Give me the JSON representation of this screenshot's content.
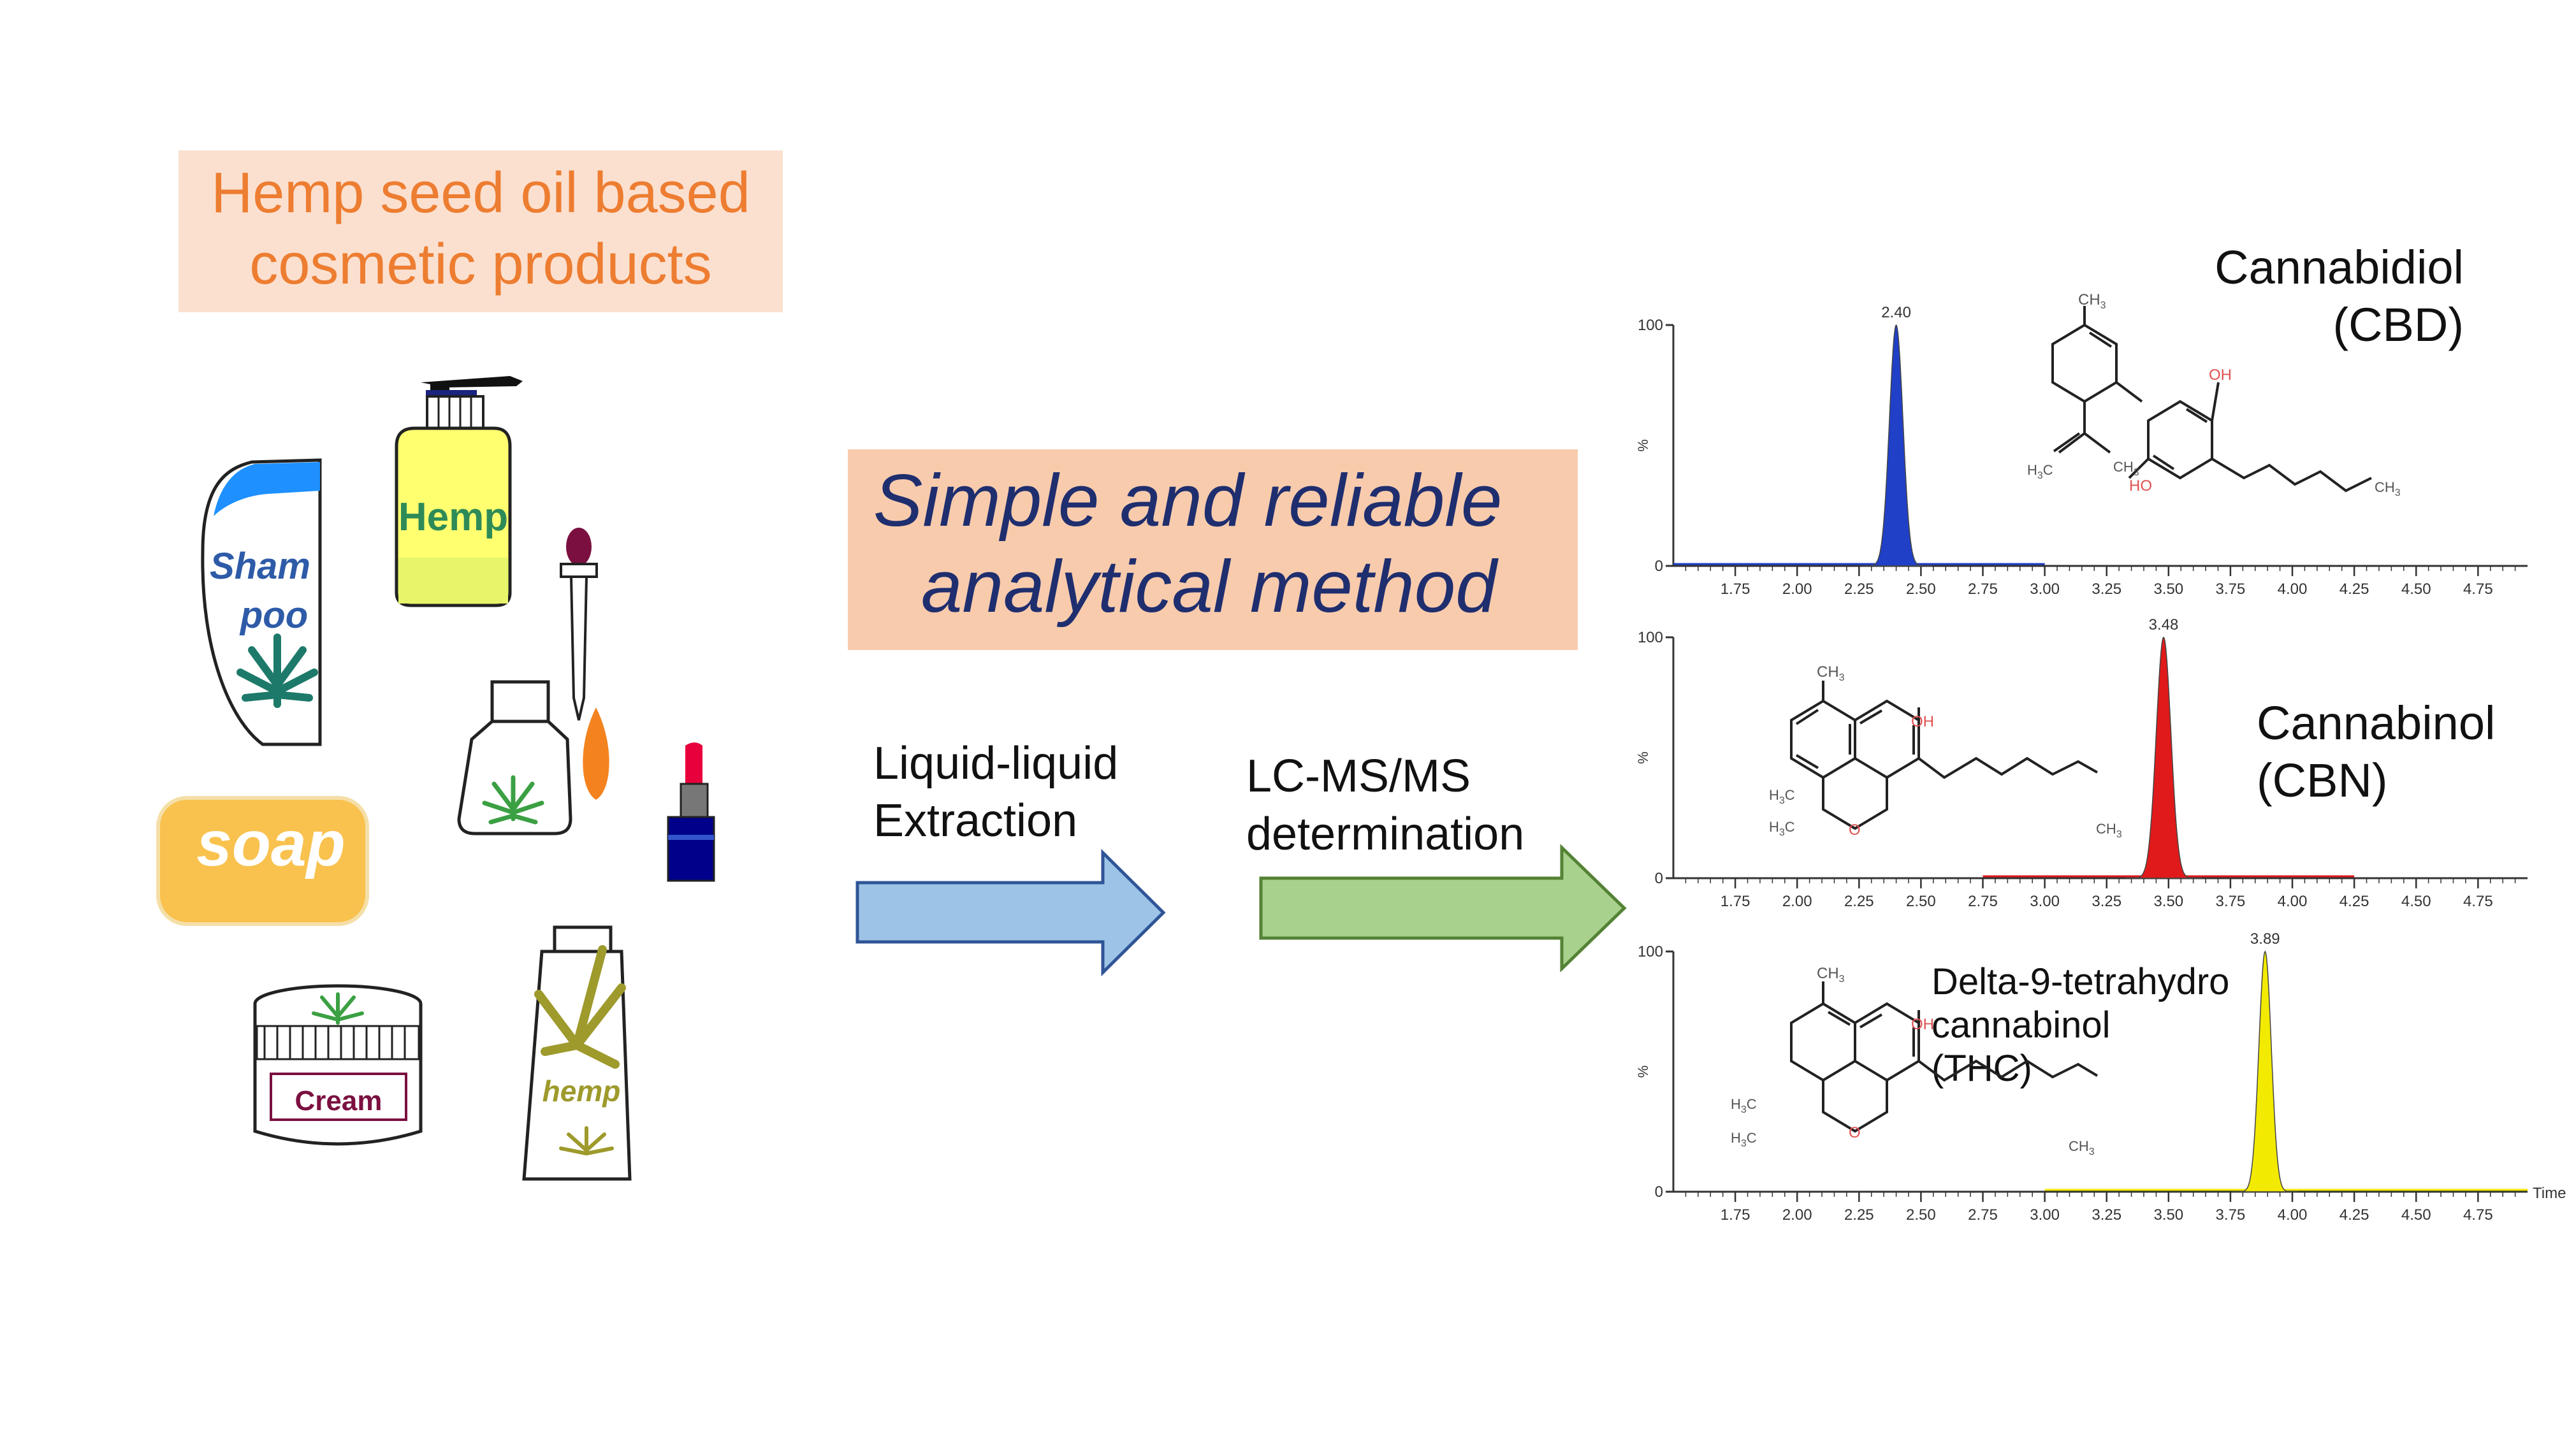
{
  "products": {
    "title_line1": "Hemp seed oil based",
    "title_line2": "cosmetic products",
    "shampoo_line1": "Sham",
    "shampoo_line2": "poo",
    "bottle_label": "Hemp",
    "soap_label": "soap",
    "cream_label": "Cream",
    "tube_label": "hemp"
  },
  "method": {
    "line1": "Simple and reliable",
    "line2": "analytical method"
  },
  "steps": {
    "step1_line1": "Liquid-liquid",
    "step1_line2": "Extraction",
    "step2_line1": "LC-MS/MS",
    "step2_line2": "determination"
  },
  "colors": {
    "title_text": "#ED7D31",
    "title_bg": "#FBE0D0",
    "method_text": "#1F2E6E",
    "method_bg": "#F8CBAD",
    "arrow_blue": "#9DC3E6",
    "arrow_blue_edge": "#2F5597",
    "arrow_green": "#A9D18E",
    "arrow_green_edge": "#548235",
    "cbd_peak": "#2040C8",
    "cbn_peak": "#E01A1A",
    "thc_peak": "#F2EA00"
  },
  "chart_data": [
    {
      "type": "line",
      "x_ticks": [
        "1.75",
        "2.00",
        "2.25",
        "2.50",
        "2.75",
        "3.00",
        "3.25",
        "3.50",
        "3.75",
        "4.00",
        "4.25",
        "4.50",
        "4.75"
      ],
      "xlim": [
        1.5,
        4.95
      ],
      "ylim": [
        0,
        100
      ],
      "y_ticks": [
        "0",
        "100"
      ],
      "ylabel": "%",
      "series": [
        {
          "name": "Cannabidiol (CBD)",
          "peak_rt": 2.4,
          "peak_label": "2.40",
          "peak_height": 100,
          "peak_width": 0.06,
          "baseline_range": [
            1.5,
            3.0
          ]
        }
      ],
      "compound_line1": "Cannabidiol",
      "compound_line2": "(CBD)"
    },
    {
      "type": "line",
      "x_ticks": [
        "1.75",
        "2.00",
        "2.25",
        "2.50",
        "2.75",
        "3.00",
        "3.25",
        "3.50",
        "3.75",
        "4.00",
        "4.25",
        "4.50",
        "4.75"
      ],
      "xlim": [
        1.5,
        4.95
      ],
      "ylim": [
        0,
        100
      ],
      "y_ticks": [
        "0",
        "100"
      ],
      "ylabel": "%",
      "series": [
        {
          "name": "Cannabinol (CBN)",
          "peak_rt": 3.48,
          "peak_label": "3.48",
          "peak_height": 100,
          "peak_width": 0.065,
          "baseline_range": [
            2.75,
            4.25
          ]
        }
      ],
      "compound_line1": "Cannabinol",
      "compound_line2": "(CBN)"
    },
    {
      "type": "line",
      "x_ticks": [
        "1.75",
        "2.00",
        "2.25",
        "2.50",
        "2.75",
        "3.00",
        "3.25",
        "3.50",
        "3.75",
        "4.00",
        "4.25",
        "4.50",
        "4.75"
      ],
      "xlim": [
        1.5,
        4.95
      ],
      "ylim": [
        0,
        100
      ],
      "y_ticks": [
        "0",
        "100"
      ],
      "ylabel": "%",
      "xlabel": "Time",
      "series": [
        {
          "name": "Delta-9-tetrahydrocannabinol (THC)",
          "peak_rt": 3.89,
          "peak_label": "3.89",
          "peak_height": 100,
          "peak_width": 0.055,
          "baseline_range": [
            3.0,
            5.0
          ]
        }
      ],
      "compound_line1": "Delta-9-tetrahydro",
      "compound_line2": "cannabinol",
      "compound_line3": "(THC)"
    }
  ],
  "structure_labels": {
    "ch3": "CH",
    "sub3": "3",
    "oh": "OH",
    "ho": "HO",
    "h3c": "H",
    "h3c_c": "C",
    "o": "O"
  }
}
